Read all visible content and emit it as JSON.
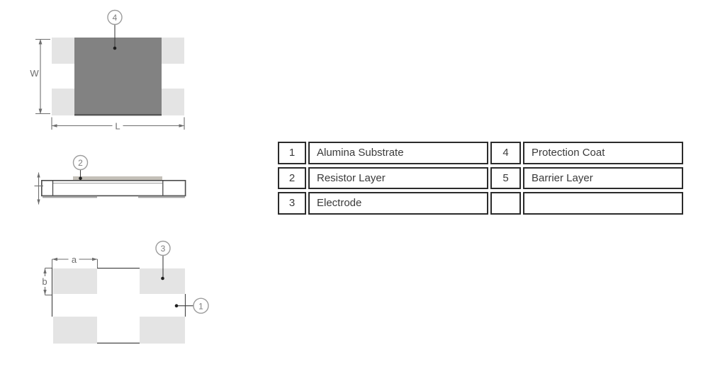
{
  "figure": {
    "callouts": {
      "substrate": "1",
      "resistor_layer": "2",
      "electrode": "3",
      "protection_coat": "4"
    },
    "dimensions": {
      "width": "W",
      "length": "L",
      "a": "a",
      "b": "b"
    },
    "colors": {
      "termination_pad": "#e4e4e4",
      "protection_coat": "#828282",
      "resistor_layer": "#c4c0b8",
      "electrode_strip": "#a4a4a4"
    }
  },
  "legend_table": {
    "rows": [
      {
        "num_left": "1",
        "label_left": "Alumina Substrate",
        "num_right": "4",
        "label_right": "Protection Coat"
      },
      {
        "num_left": "2",
        "label_left": "Resistor Layer",
        "num_right": "5",
        "label_right": "Barrier Layer"
      },
      {
        "num_left": "3",
        "label_left": "Electrode",
        "num_right": "",
        "label_right": ""
      }
    ]
  }
}
